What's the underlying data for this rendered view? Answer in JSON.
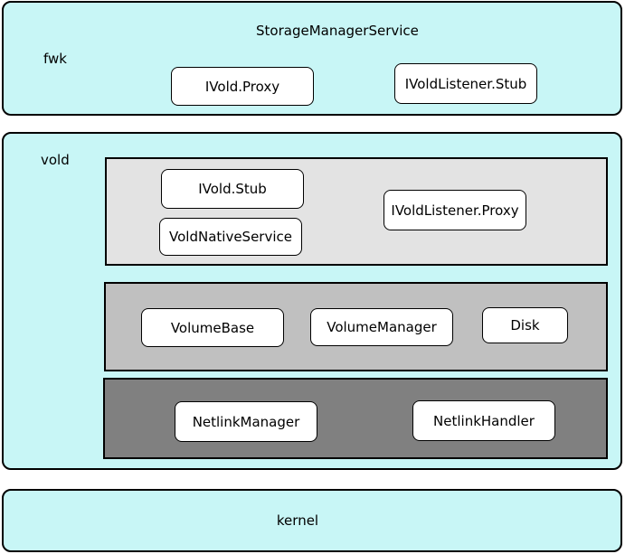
{
  "fwk": {
    "title": "StorageManagerService",
    "label": "fwk",
    "items": [
      "IVold.Proxy",
      "IVoldListener.Stub"
    ]
  },
  "vold": {
    "label": "vold",
    "binder_layer": {
      "items": [
        "IVold.Stub",
        "VoldNativeService",
        "IVoldListener.Proxy"
      ]
    },
    "volume_layer": {
      "items": [
        "VolumeBase",
        "VolumeManager",
        "Disk"
      ]
    },
    "netlink_layer": {
      "items": [
        "NetlinkManager",
        "NetlinkHandler"
      ]
    }
  },
  "kernel": {
    "label": "kernel"
  },
  "colors": {
    "layer_fill": "#c8f6f6",
    "binder_panel_fill": "#e3e3e3",
    "volume_panel_fill": "#c0c0c0",
    "netlink_panel_fill": "#808080",
    "box_fill": "#ffffff"
  }
}
